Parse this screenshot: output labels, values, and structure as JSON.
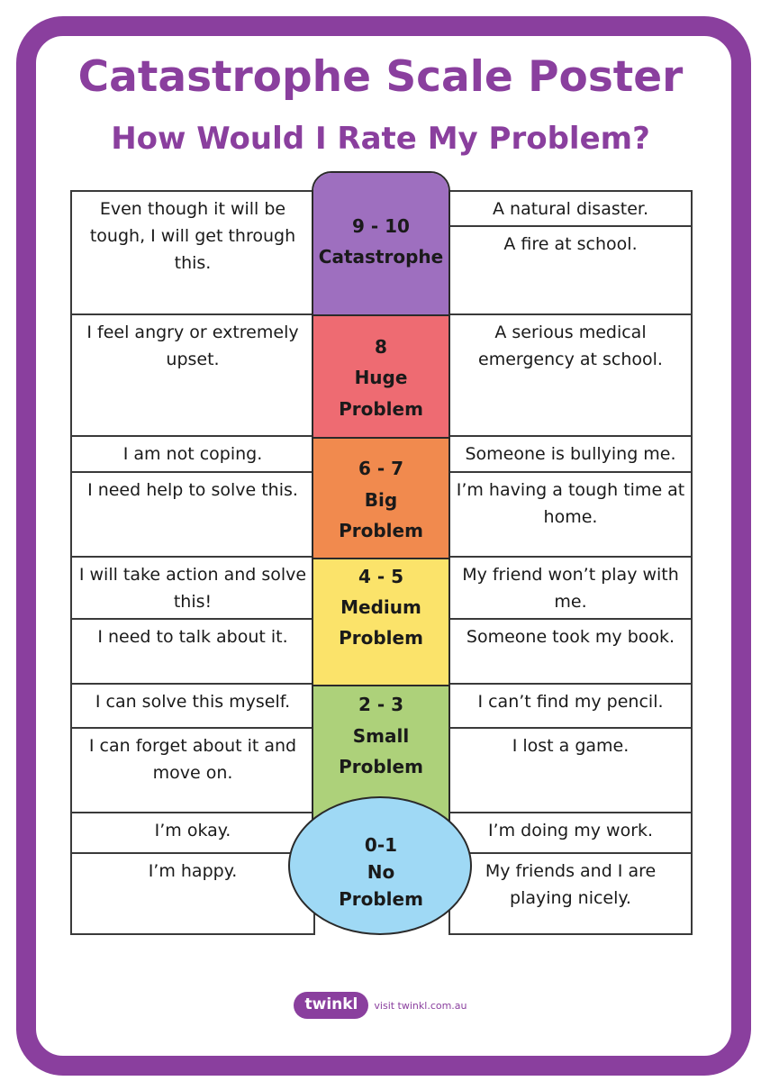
{
  "title": "Catastrophe Scale Poster",
  "subtitle": "How Would I Rate My Problem?",
  "colors": {
    "frame": "#8a3f9e",
    "catastrophe": "#9e6fbf",
    "huge": "#ee6b72",
    "big": "#f18a4e",
    "medium": "#fbe36a",
    "small": "#add17a",
    "none": "#9fd9f5"
  },
  "levels": [
    {
      "range": "9 - 10",
      "name": "Catastrophe",
      "name2": ""
    },
    {
      "range": "8",
      "name": "Huge",
      "name2": "Problem"
    },
    {
      "range": "6 - 7",
      "name": "Big",
      "name2": "Problem"
    },
    {
      "range": "4 - 5",
      "name": "Medium",
      "name2": "Problem"
    },
    {
      "range": "2 - 3",
      "name": "Small",
      "name2": "Problem"
    },
    {
      "range": "0-1",
      "name": "No",
      "name2": "Problem"
    }
  ],
  "feelings": [
    "Even though it will be tough, I will get through this.",
    "I feel angry or extremely upset.",
    "I am not coping.",
    "I need help to solve this.",
    "I will take action and solve this!",
    "I need to talk about it.",
    "I can solve this myself.",
    "I can forget about it and move on.",
    "I’m okay.",
    "I’m happy."
  ],
  "examples": [
    "A natural disaster.",
    "A fire at school.",
    "A serious medical emergency at school.",
    "Someone is bullying me.",
    "I’m having a tough time at home.",
    "My friend won’t play with me.",
    "Someone took my book.",
    "I can’t find my pencil.",
    "I lost a game.",
    "I’m doing my work.",
    "My friends and I are playing nicely."
  ],
  "footer": {
    "logo": "twinkl",
    "url": "visit twinkl.com.au"
  }
}
